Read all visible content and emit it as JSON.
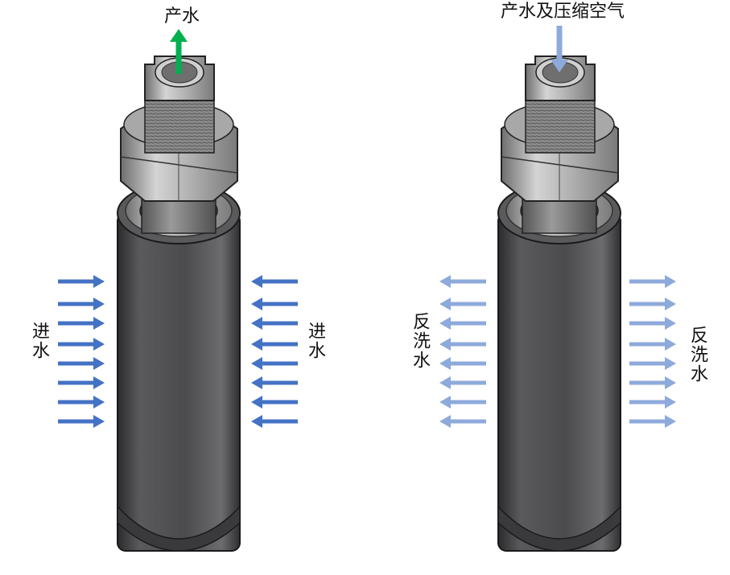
{
  "left_panel": {
    "top_label": "产水",
    "left_side_label": "进水",
    "right_side_label": "进水",
    "flow_direction": "inward",
    "arrow_color": "#4472c4",
    "top_arrow_color": "#00b050",
    "top_arrow_direction": "up",
    "arrow_rows": 8
  },
  "right_panel": {
    "top_label": "产水及压缩空气",
    "left_side_label": "反洗水",
    "right_side_label": "反洗水",
    "flow_direction": "outward",
    "arrow_color": "#8eaadb",
    "top_arrow_color": "#8eaadb",
    "top_arrow_direction": "down",
    "arrow_rows": 8
  },
  "colors": {
    "cartridge_body": "#4a4a4c",
    "fitting_metal": "#b9b9b9"
  }
}
